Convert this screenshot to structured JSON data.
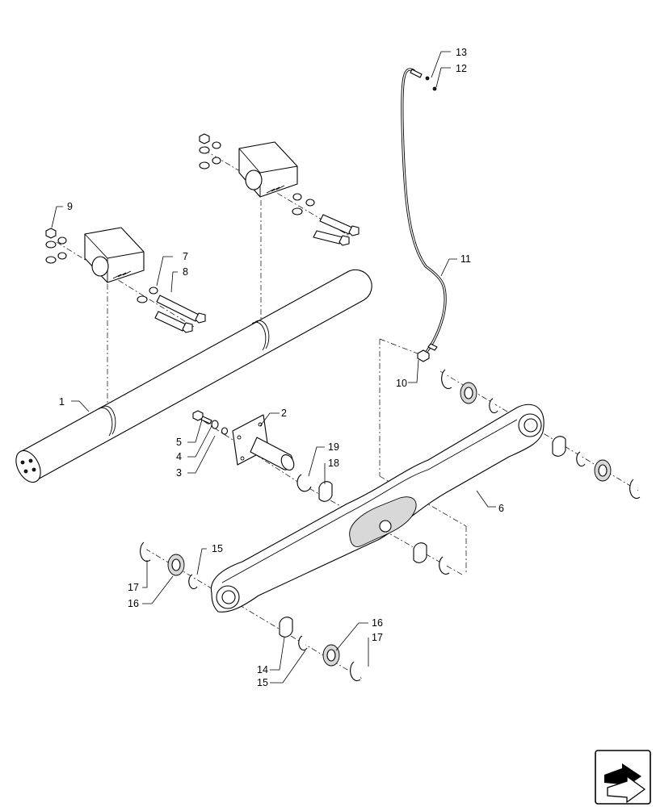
{
  "callouts": {
    "c1": "1",
    "c2": "2",
    "c3": "3",
    "c4": "4",
    "c5": "5",
    "c6": "6",
    "c7": "7",
    "c8": "8",
    "c9": "9",
    "c10": "10",
    "c11": "11",
    "c12": "12",
    "c13": "13",
    "c14": "14",
    "c15a": "15",
    "c15b": "15",
    "c16a": "16",
    "c16b": "16",
    "c17a": "17",
    "c17b": "17",
    "c18": "18",
    "c19": "19"
  },
  "nav_icon": "next-page-arrow-icon",
  "colors": {
    "line": "#000000",
    "background": "#ffffff",
    "shade": "#d8d8d8"
  }
}
